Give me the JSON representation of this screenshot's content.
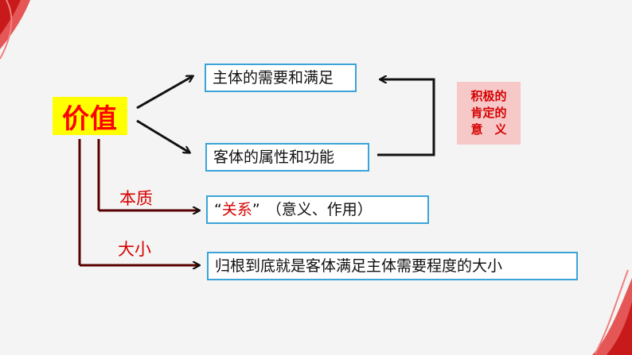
{
  "core": "价值",
  "boxes": {
    "needs": "主体的需要和满足",
    "attributes": "客体的属性和功能",
    "essence_quote_open": "“",
    "essence_key": "关系",
    "essence_quote_close": "”",
    "essence_rest": "（意义、作用）",
    "size": "归根到底就是客体满足主体需要程度的大小"
  },
  "labels": {
    "essence": "本质",
    "size": "大小"
  },
  "side_note": {
    "line1": "积极的",
    "line2": "肯定的",
    "line3": "意　义"
  },
  "colors": {
    "box_border": "#3aa4d8",
    "accent_red": "#d60000",
    "core_bg": "#ffff00",
    "note_bg": "#f6c8c8"
  }
}
